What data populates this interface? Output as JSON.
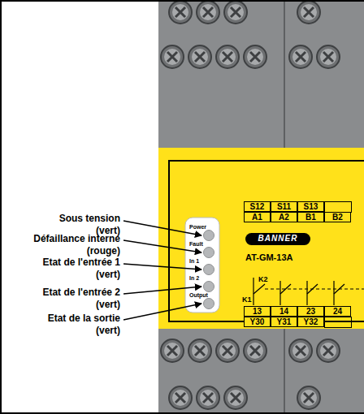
{
  "diagram": {
    "nodes": [
      {
        "text": [
          "AT-GM-13A"
        ]
      },
      {
        "text": [
          "Power",
          "Fault",
          "In 1",
          "In 2",
          "Output"
        ],
        "in": 0
      },
      {
        "text": [
          "BANNER"
        ],
        "in": 0
      }
    ],
    "labels": [
      "Sous tension (vert)",
      "Défaillance interne (rouge)",
      "Etat de l'entrée 1 (vert)",
      "Etat de l'entrée 2 (vert)",
      "Etat de la sortie (vert)",
      "S12",
      "S11",
      "S13",
      "A1",
      "A2",
      "B1",
      "B2",
      "13",
      "14",
      "23",
      "24",
      "Y30",
      "Y31",
      "Y32",
      "K1",
      "K2"
    ]
  }
}
